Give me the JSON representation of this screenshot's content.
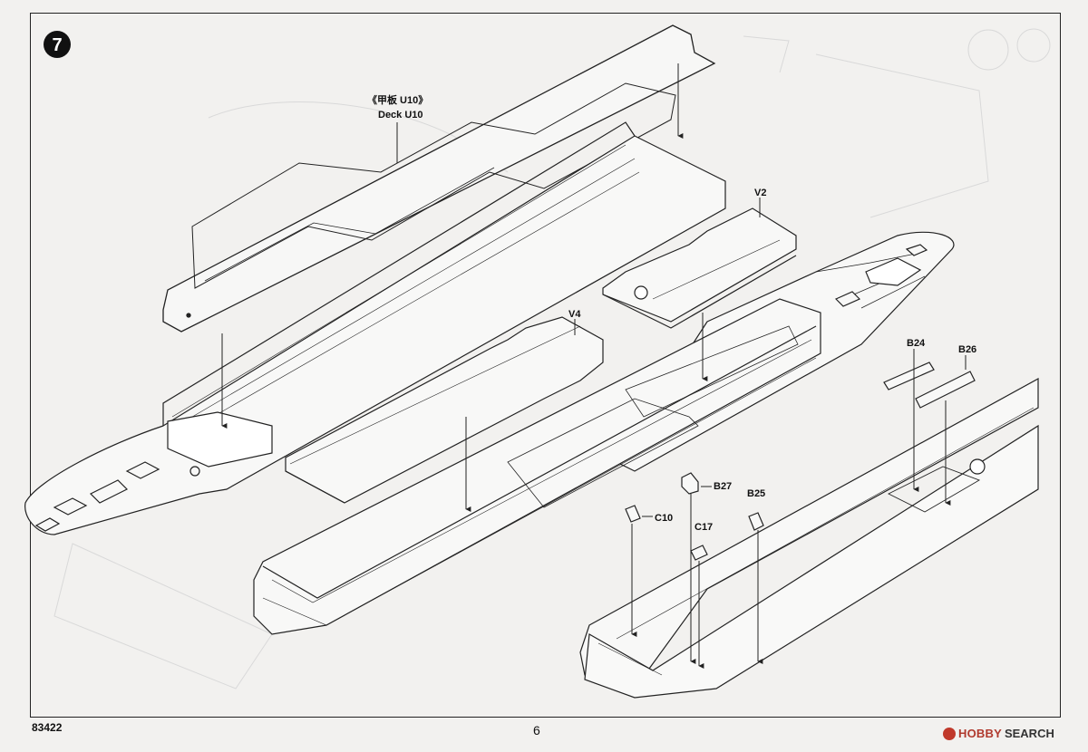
{
  "step": {
    "number": "7"
  },
  "labels": {
    "deck_cn": "《甲板 U10》",
    "deck_en": "Deck U10",
    "v2": "V2",
    "v4": "V4",
    "b24": "B24",
    "b26": "B26",
    "b27": "B27",
    "b25": "B25",
    "c10": "C10",
    "c17": "C17"
  },
  "footer": {
    "product_code": "83422",
    "page_number": "6"
  },
  "watermark": {
    "brand": "HOBBY",
    "search": "SEARCH"
  },
  "colors": {
    "line": "#222222",
    "ghost": "#d6d6d6",
    "paper": "#f2f1ef"
  }
}
